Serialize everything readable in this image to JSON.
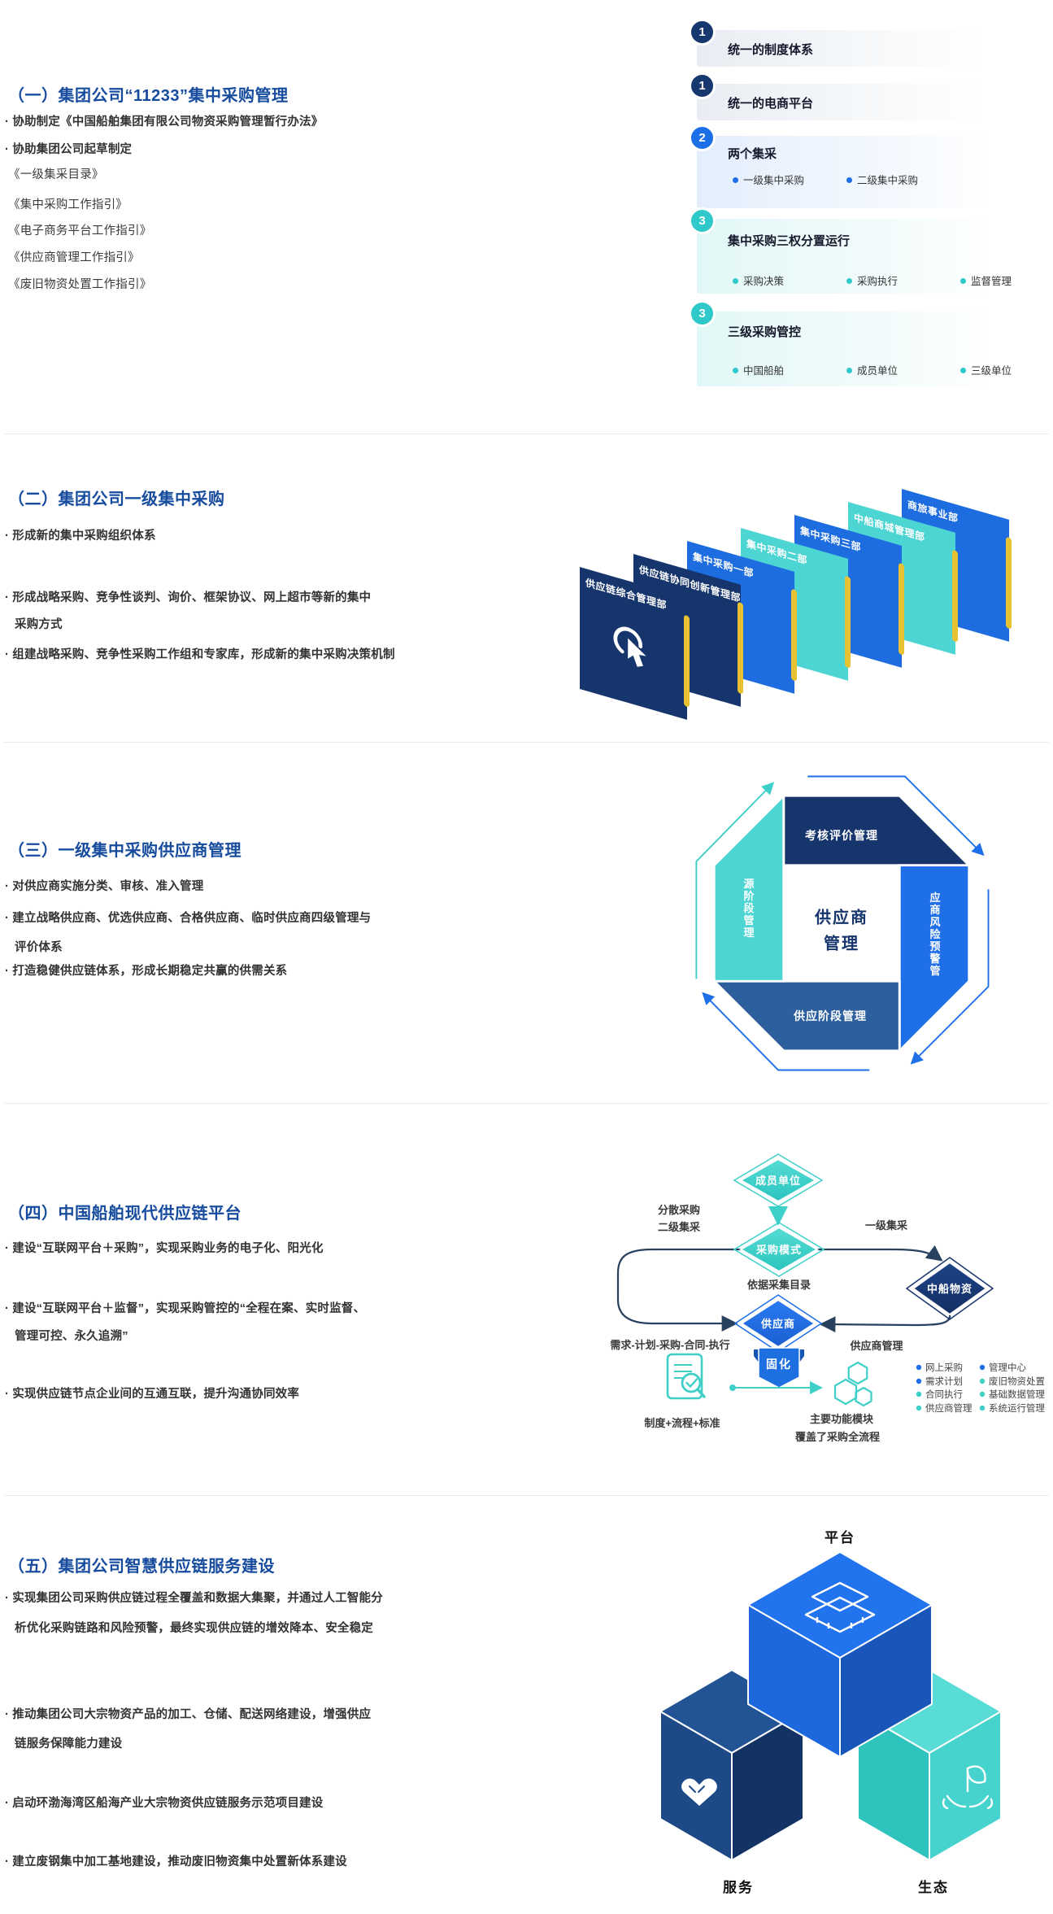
{
  "colors": {
    "navy": "#16356d",
    "blue": "#1d6fe8",
    "teal": "#3ecfc9",
    "yellow": "#e8c232",
    "title_blue": "#164b9d",
    "steel": "#2d5f9e"
  },
  "section1": {
    "title": "（一）集团公司“11233”集中采购管理",
    "lines": [
      "· 协助制定《中国船舶集团有限公司物资采购管理暂行办法》",
      "· 协助集团公司起草制定",
      "《一级集采目录》",
      "《集中采购工作指引》",
      "《电子商务平台工作指引》",
      "《供应商管理工作指引》",
      "《废旧物资处置工作指引》"
    ],
    "items": [
      {
        "num": "1",
        "label": "统一的制度体系"
      },
      {
        "num": "1",
        "label": "统一的电商平台"
      },
      {
        "num": "2",
        "label": "两个集采",
        "b1": "一级集中采购",
        "b2": "二级集中采购"
      },
      {
        "num": "3",
        "label": "集中采购三权分置运行",
        "b1": "采购决策",
        "b2": "采购执行",
        "b3": "监督管理"
      },
      {
        "num": "3",
        "label": "三级采购管控",
        "b1": "中国船舶",
        "b2": "成员单位",
        "b3": "三级单位"
      }
    ]
  },
  "section2": {
    "title": "（二）集团公司一级集中采购",
    "lines": [
      "· 形成新的集中采购组织体系",
      "· 形成战略采购、竞争性谈判、询价、框架协议、网上超市等新的集中",
      "采购方式",
      "· 组建战略采购、竞争性采购工作组和专家库，形成新的集中采购决策机制"
    ],
    "panels": [
      "供应链综合管理部",
      "供应链协同创新管理部",
      "集中采购一部",
      "集中采购二部",
      "集中采购三部",
      "中船商城管理部",
      "商旅事业部"
    ]
  },
  "section3": {
    "title": "（三）一级集中采购供应商管理",
    "lines": [
      "· 对供应商实施分类、审核、准入管理",
      "· 建立战略供应商、优选供应商、合格供应商、临时供应商四级管理与",
      "评价体系",
      "· 打造稳健供应链体系，形成长期稳定共赢的供需关系"
    ],
    "octagon": {
      "top": "考核评价管理",
      "right": "应商风险预警管",
      "bottom": "供应阶段管理",
      "left": "源阶段管理",
      "center_line1": "供应商",
      "center_line2": "管理"
    }
  },
  "section4": {
    "title": "（四）中国船舶现代供应链平台",
    "lines": [
      "· 建设“互联网平台＋采购”，实现采购业务的电子化、阳光化",
      "· 建设“互联网平台＋监督”，实现采购管控的“全程在案、实时监督、",
      "管理可控、永久追溯”",
      "· 实现供应链节点企业间的互通互联，提升沟通协同效率"
    ],
    "flow": {
      "node_member": "成员单位",
      "node_mode": "采购模式",
      "node_cssc": "中船物资",
      "node_supplier": "供应商",
      "label_scatter": "分散采购",
      "label_level2": "二级集采",
      "label_level1": "一级集采",
      "label_catalog": "依据采集目录",
      "label_chain": "需求-计划-采购-合同-执行",
      "label_supmgmt": "供应商管理",
      "badge": "固化",
      "label_doc": "制度+流程+标准",
      "caption1": "主要功能模块",
      "caption2": "覆盖了采购全流程",
      "modules_col1": [
        "网上采购",
        "需求计划",
        "合同执行",
        "供应商管理"
      ],
      "modules_col2": [
        "管理中心",
        "废旧物资处置",
        "基础数据管理",
        "系统运行管理"
      ]
    }
  },
  "section5": {
    "title": "（五）集团公司智慧供应链服务建设",
    "lines": [
      "· 实现集团公司采购供应链过程全覆盖和数据大集聚，并通过人工智能分",
      "析优化采购链路和风险预警，最终实现供应链的增效降本、安全稳定",
      "· 推动集团公司大宗物资产品的加工、仓储、配送网络建设，增强供应",
      "链服务保障能力建设",
      "· 启动环渤海湾区船海产业大宗物资供应链服务示范项目建设",
      "· 建立废钢集中加工基地建设，推动废旧物资集中处置新体系建设"
    ],
    "cubes": {
      "top": "平台",
      "left": "服务",
      "right": "生态"
    }
  }
}
